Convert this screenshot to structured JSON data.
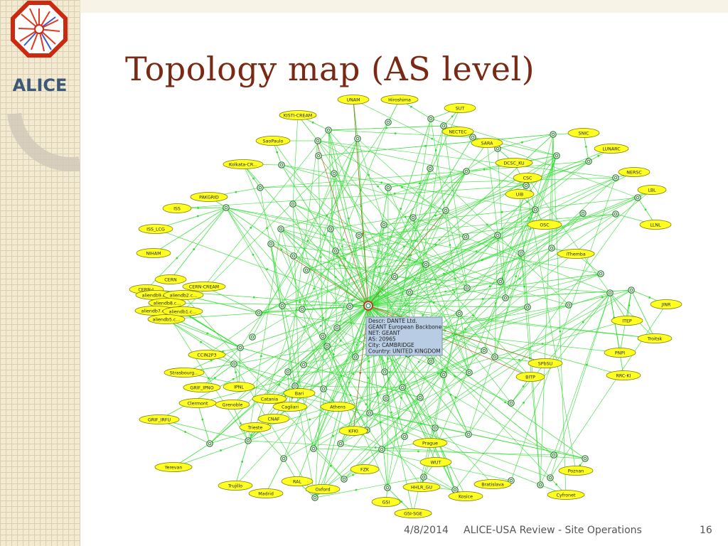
{
  "slide": {
    "title": "Topology map (AS level)",
    "logo_text": "ALICE",
    "footer": {
      "date": "4/8/2014",
      "text": "ALICE-USA Review - Site Operations",
      "page": "16"
    }
  },
  "colors": {
    "title": "#7a2a14",
    "node_fill": "#ffff22",
    "node_stroke": "#7a7a00",
    "edge": "#33dd33",
    "edge_alt": "#b06030",
    "tooltip_fill": "#b8cce4",
    "sidebar": "#f3ead4"
  },
  "tooltip": {
    "lines": [
      "Descr: DANTE Ltd.",
      "GEANT European Backbone",
      "NET: GEANT",
      "AS: 20965",
      "City: CAMBRIDGE",
      "Country: UNITED KINGDOM"
    ]
  },
  "diagram": {
    "hub": "GEANT",
    "nodes": [
      {
        "id": "UNAM",
        "label": "UNAM"
      },
      {
        "id": "Hiroshima",
        "label": "Hiroshima"
      },
      {
        "id": "KISTI-CREAM",
        "label": "KISTI-CREAM"
      },
      {
        "id": "SUT",
        "label": "SUT"
      },
      {
        "id": "NECTEC",
        "label": "NECTEC"
      },
      {
        "id": "SaoPaulo",
        "label": "SaoPaulo"
      },
      {
        "id": "SARA",
        "label": "SARA"
      },
      {
        "id": "SNIC",
        "label": "SNIC"
      },
      {
        "id": "LUNARC",
        "label": "LUNARC"
      },
      {
        "id": "Kolkata-CR",
        "label": "Kolkata-CR..."
      },
      {
        "id": "DCSC_KU",
        "label": "DCSC_KU"
      },
      {
        "id": "CSC",
        "label": "CSC"
      },
      {
        "id": "NERSC",
        "label": "NERSC"
      },
      {
        "id": "PAKGRID",
        "label": "PAKGRID"
      },
      {
        "id": "UiB",
        "label": "UiB"
      },
      {
        "id": "LBL",
        "label": "LBL"
      },
      {
        "id": "ISS",
        "label": "ISS"
      },
      {
        "id": "LLNL",
        "label": "LLNL"
      },
      {
        "id": "ISS_LCG",
        "label": "ISS_LCG"
      },
      {
        "id": "OSC",
        "label": "OSC"
      },
      {
        "id": "NIHAM",
        "label": "NIHAM"
      },
      {
        "id": "iThemba",
        "label": "iThemba"
      },
      {
        "id": "CERN",
        "label": "CERN"
      },
      {
        "id": "CERN-CREAM",
        "label": "CERN-CREAM"
      },
      {
        "id": "CERN-L",
        "label": "CERN-L"
      },
      {
        "id": "aliendb9",
        "label": "aliendb9.c..."
      },
      {
        "id": "aliendb2",
        "label": "aliendb2.c..."
      },
      {
        "id": "aliendb8",
        "label": "aliendb8.c..."
      },
      {
        "id": "aliendb7",
        "label": "aliendb7.c..."
      },
      {
        "id": "aliendb1",
        "label": "aliendb1.c..."
      },
      {
        "id": "aliendb5",
        "label": "aliendb5.c..."
      },
      {
        "id": "JINR",
        "label": "JINR"
      },
      {
        "id": "ITEP",
        "label": "ITEP"
      },
      {
        "id": "Troitsk",
        "label": "Troitsk"
      },
      {
        "id": "PNPI",
        "label": "PNPI"
      },
      {
        "id": "CCIN2P3",
        "label": "CCIN2P3"
      },
      {
        "id": "SPbSU",
        "label": "SPbSU"
      },
      {
        "id": "Strasbourg",
        "label": "Strasbourg..."
      },
      {
        "id": "BITP",
        "label": "BITP"
      },
      {
        "id": "RRC-KI",
        "label": "RRC-KI"
      },
      {
        "id": "GRIF_IPNO",
        "label": "GRIF_IPNO"
      },
      {
        "id": "IPNL",
        "label": "IPNL"
      },
      {
        "id": "Bari",
        "label": "Bari"
      },
      {
        "id": "Catania",
        "label": "Catania"
      },
      {
        "id": "Clermont",
        "label": "Clermont"
      },
      {
        "id": "Grenoble",
        "label": "Grenoble"
      },
      {
        "id": "Cagliari",
        "label": "Cagliari"
      },
      {
        "id": "Athens",
        "label": "Athens"
      },
      {
        "id": "GRIF_IRFU",
        "label": "GRIF_IRFU"
      },
      {
        "id": "CNAF",
        "label": "CNAF"
      },
      {
        "id": "Trieste",
        "label": "Trieste"
      },
      {
        "id": "KFKI",
        "label": "KFKI"
      },
      {
        "id": "Prague",
        "label": "Prague"
      },
      {
        "id": "Yerevan",
        "label": "Yerevan"
      },
      {
        "id": "WUT",
        "label": "WUT"
      },
      {
        "id": "FZK",
        "label": "FZK"
      },
      {
        "id": "Poznan",
        "label": "Poznan"
      },
      {
        "id": "RAL",
        "label": "RAL"
      },
      {
        "id": "Bratislava",
        "label": "Bratislava"
      },
      {
        "id": "Trujillo",
        "label": "Trujillo"
      },
      {
        "id": "Oxford",
        "label": "Oxford"
      },
      {
        "id": "HHLR_GU",
        "label": "HHLR_GU"
      },
      {
        "id": "Madrid",
        "label": "Madrid"
      },
      {
        "id": "Kosice",
        "label": "Kosice"
      },
      {
        "id": "Cyfronet",
        "label": "Cyfronet"
      },
      {
        "id": "GSI",
        "label": "GSI"
      },
      {
        "id": "GSI-SGE",
        "label": "GSI-SGE"
      }
    ]
  }
}
